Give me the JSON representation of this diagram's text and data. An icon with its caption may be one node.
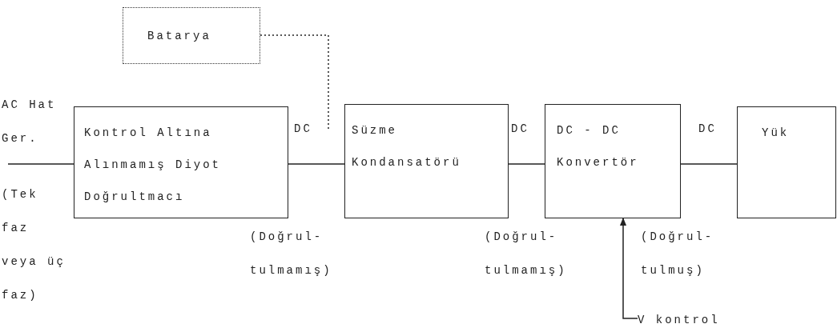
{
  "diagram": {
    "nodes": [
      {
        "text": [
          "Batarya"
        ]
      },
      {
        "text": [
          "Kontrol Altına Alınmamış Diyot Doğrultmacı"
        ]
      },
      {
        "text": [
          "Süzme Kondansatörü"
        ]
      },
      {
        "text": [
          "DC - DC Konvertör"
        ]
      },
      {
        "text": [
          "Yük"
        ]
      },
      {
        "text": [
          "V kontrol"
        ]
      }
    ],
    "edges": [
      {
        "from": null,
        "to": 1,
        "arrow": "none"
      },
      {
        "from": 1,
        "to": 2,
        "arrow": "none"
      },
      {
        "from": 0,
        "to": null,
        "arrow": "none",
        "style": "dashed"
      },
      {
        "from": 2,
        "to": 3,
        "arrow": "none"
      },
      {
        "from": 3,
        "to": 4,
        "arrow": "none"
      },
      {
        "from": 5,
        "to": 3,
        "arrow": "to"
      }
    ],
    "labels": [
      "AC Hat Ger.",
      "(Tek faz veya üç faz)",
      "DC",
      "DC",
      "DC",
      "(Doğrul- tulmamış)",
      "(Doğrul- tulmamış)",
      "(Doğrul- tulmuş)"
    ]
  }
}
